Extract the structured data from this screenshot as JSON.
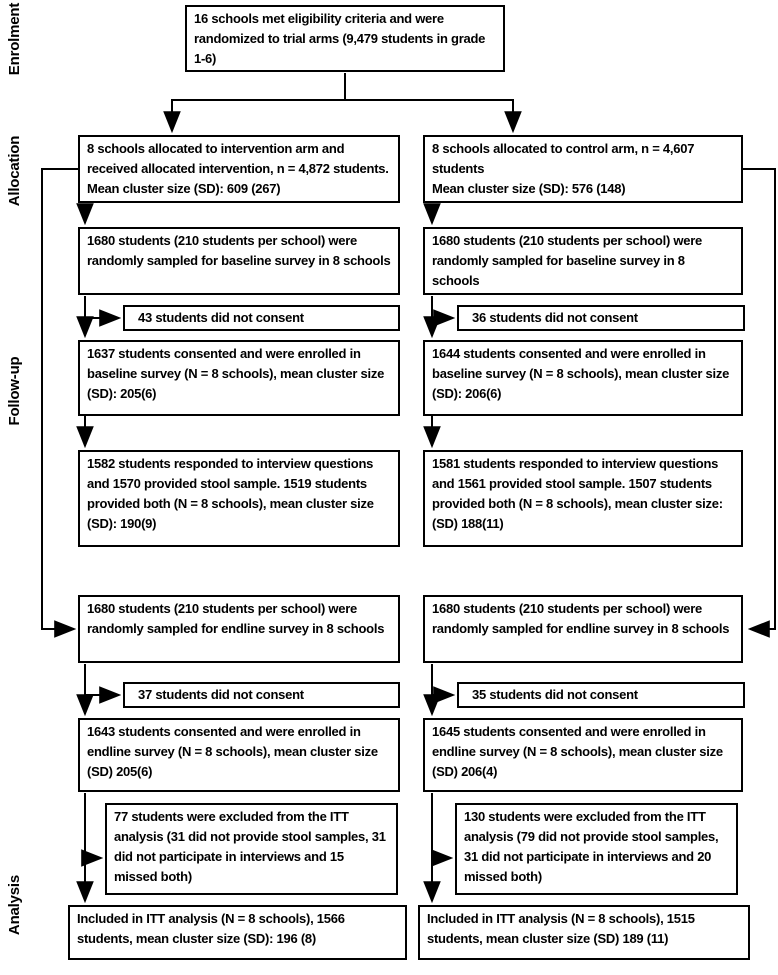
{
  "colors": {
    "ink": "#000000",
    "paper": "#ffffff"
  },
  "diagram": {
    "stage_labels": [
      "Enrolment",
      "Allocation",
      "Follow-up",
      "Analysis"
    ],
    "enrollment_box": "16 schools met eligibility criteria and were randomized to trial arms (9,479 students in grade 1-6)",
    "intervention": {
      "allocation": "8 schools allocated to intervention arm and received allocated intervention, n = 4,872 students. Mean cluster size (SD): 609 (267)",
      "baseline_sampled": "1680 students (210 students per school) were randomly sampled for baseline survey in 8 schools",
      "baseline_no_consent": "43 students did not consent",
      "baseline_consented": "1637 students consented and were enrolled in baseline survey (N = 8 schools), mean cluster size (SD): 205(6)",
      "baseline_outcome": "1582 students responded to interview questions and 1570 provided stool sample. 1519 students provided both (N = 8 schools), mean cluster size (SD): 190(9)",
      "endline_sampled": "1680 students (210 students per school) were randomly sampled for endline survey in 8 schools",
      "endline_no_consent": "37 students did not consent",
      "endline_consented": "1643 students consented and were enrolled in endline survey (N = 8 schools), mean cluster size (SD) 205(6)",
      "excluded": "77 students were excluded from the ITT analysis (31 did not provide stool samples, 31 did not participate in interviews and 15 missed both)",
      "itt_included": "Included in ITT analysis (N = 8 schools), 1566 students, mean cluster size (SD): 196 (8)"
    },
    "control": {
      "allocation": "8 schools allocated to control arm, n = 4,607 students\nMean cluster size (SD): 576 (148)",
      "baseline_sampled": "1680 students (210 students per school) were randomly sampled for baseline survey in 8 schools",
      "baseline_no_consent": "36 students did not consent",
      "baseline_consented": "1644 students consented and were enrolled in baseline survey (N = 8 schools), mean cluster size (SD): 206(6)",
      "baseline_outcome": "1581 students responded to interview questions and 1561 provided stool sample. 1507 students provided both (N = 8 schools), mean cluster size: (SD) 188(11)",
      "endline_sampled": "1680 students (210 students per school) were randomly sampled for endline survey in 8 schools",
      "endline_no_consent": "35 students did not consent",
      "endline_consented": "1645 students consented and were enrolled in endline survey (N = 8 schools), mean cluster size (SD) 206(4)",
      "excluded": "130 students were excluded from the ITT analysis (79 did not provide stool samples, 31 did not participate in interviews and 20 missed both)",
      "itt_included": "Included in ITT analysis (N = 8 schools), 1515 students, mean cluster size (SD) 189 (11)"
    }
  }
}
